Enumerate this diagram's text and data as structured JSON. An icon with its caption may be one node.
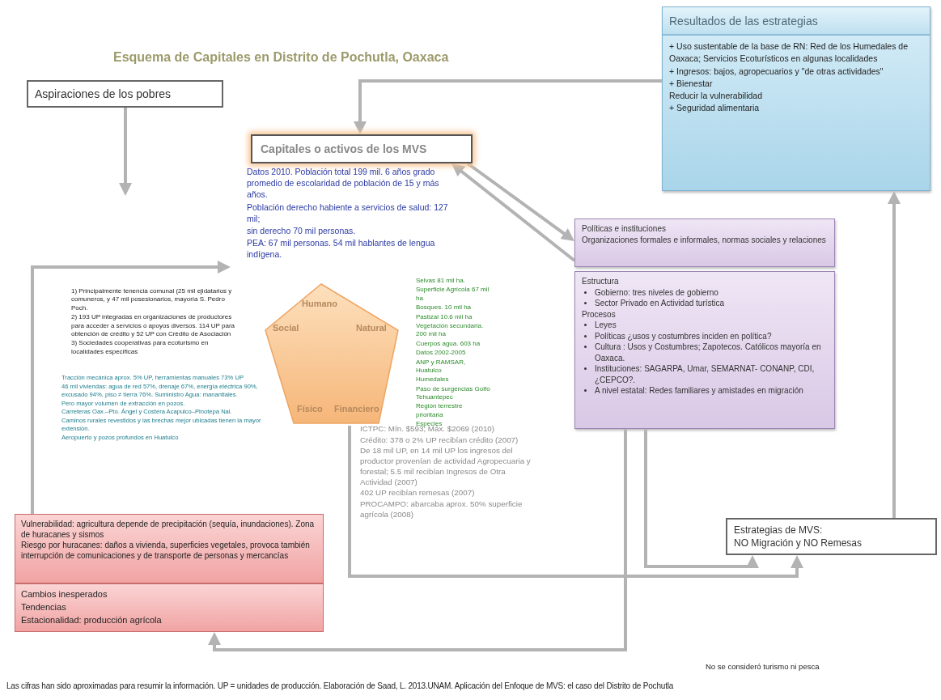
{
  "diagram": {
    "title": "Esquema de Capitales en Distrito de Pochutla, Oaxaca",
    "caption": "Las cifras han sido aproximadas para resumir la información. UP = unidades de producción. Elaboración de Saad, L. 2013.UNAM. Aplicación del Enfoque de MVS: el caso del Distrito de Pochutla",
    "nodes": [
      {
        "text": [
          "Resultados de las estrategias",
          "+ Uso sustentable de la base de RN: Red de los Humedales de Oaxaca; Servicios Ecoturísticos en algunas localidades",
          "+ Ingresos: bajos, agropecuarios y \"de otras actividades\"",
          "+ Bienestar",
          "Reducir la vulnerabilidad",
          "+ Seguridad alimentaria"
        ]
      },
      {
        "text": [
          "Aspiraciones de los pobres"
        ]
      },
      {
        "text": [
          "Capitales o activos de los MVS"
        ]
      },
      {
        "text": [
          "Humano",
          "Social",
          "Natural",
          "Físico",
          "Financiero"
        ]
      },
      {
        "text": [
          "Políticas e instituciones",
          "Organizaciones formales e informales, normas sociales y relaciones"
        ]
      },
      {
        "text": [
          "Estructura",
          "Gobierno: tres niveles de gobierno",
          "Sector Privado en Actividad turística",
          "Procesos",
          "Leyes",
          "Políticas ¿usos y costumbres inciden en política?",
          "Cultura : Usos y Costumbres; Zapotecos. Católicos mayoría en Oaxaca.",
          "Instituciones: SAGARPA, Umar, SEMARNAT- CONANP, CDI, ¿CEPCO?.",
          "A nivel estatal: Redes familiares y amistades en migración"
        ]
      },
      {
        "text": [
          "Estrategias de MVS:",
          "NO Migración y NO Remesas"
        ]
      },
      {
        "text": [
          "Vulnerabilidad: agricultura depende de precipitación (sequía, inundaciones). Zona de huracanes y sismos",
          "Riesgo por huracanes: daños a vivienda, superficies vegetales, provoca también interrupción de comunicaciones y de transporte de personas y mercancías"
        ]
      },
      {
        "text": [
          "Cambios inesperados",
          "Tendencias",
          "Estacionalidad: producción agrícola"
        ]
      }
    ],
    "edges": [
      {
        "from": 1,
        "to": null,
        "arrow": "to"
      },
      {
        "from": 0,
        "to": 2,
        "arrow": "to"
      },
      {
        "from": 7,
        "to": null,
        "arrow": "to"
      },
      {
        "from": 2,
        "to": 4,
        "arrow": "to"
      },
      {
        "from": 4,
        "to": 2,
        "arrow": "to"
      },
      {
        "from": 3,
        "to": 6,
        "arrow": "to"
      },
      {
        "from": 5,
        "to": 6,
        "arrow": "to"
      },
      {
        "from": 5,
        "to": 8,
        "arrow": "to"
      },
      {
        "from": 6,
        "to": 0,
        "arrow": "to"
      }
    ],
    "labels": [
      "Datos 2010. Población total 199 mil. 6 años grado promedio de escolaridad de población de 15 y más años.",
      "Población derecho habiente a servicios de salud: 127 mil;",
      "sin derecho 70 mil personas.",
      "PEA: 67 mil personas. 54 mil hablantes de lengua indígena.",
      "1) Principalmente tenencia comunal (25 mil ejidatarios y comuneros, y 47 mil posesionarios, mayoría S. Pedro Poch.",
      "2) 193 UP integradas en organizaciones de productores para acceder a servicios o apoyos diversos. 114 UP para obtención de crédito y 52 UP con Crédito de Asociación",
      "3) Sociedades cooperativas para ecoturismo en localidades específicas",
      "Tracción mecánica aprox. 5% UP, herramientas manuales 73% UP",
      "46 mil viviendas: agua de red 57%, drenaje 67%, energía eléctrica 90%, excusado 94%, piso ≠ tierra 76%. Suministro Agua: manantiales.",
      "Pero mayor volumen de extracción en pozos.",
      "Carreteras Oax.–Pto. Ángel y Costera Acapulco–Pinotepa Nal.",
      "Caminos rurales revestidos y las brechas mejor ubicadas tienen la mayor extensión.",
      "Aeropuerto y pozos profundos en Huatulco",
      "Selvas 81 mil ha.",
      "Superficie Agrícola 67 mil ha",
      "Bosques. 10 mil ha",
      "Pastizal 10.6 mil ha",
      "Vegetación secundaria. 200 mil ha",
      "Cuerpos agua. 603 ha",
      "Datos 2002-2005",
      "ANP y RAMSAR, Huatulco",
      "Humedales",
      "Paso de surgencias Golfo Tehuantepec",
      "Región terrestre prioritaria",
      "Especies",
      "ICTPC: Mín. $593; Máx. $2069 (2010)",
      "Crédito: 378 o 2% UP recibían crédito (2007)",
      "De 18 mil UP, en 14 mil UP los ingresos del productor provenían de actividad Agropecuaria y forestal; 5.5 mil recibían Ingresos de Otra Actividad (2007)",
      "402 UP recibían remesas (2007)",
      "PROCAMPO: abarcaba aprox. 50% superficie agrícola (2008)",
      "No se consideró turismo ni pesca"
    ]
  }
}
